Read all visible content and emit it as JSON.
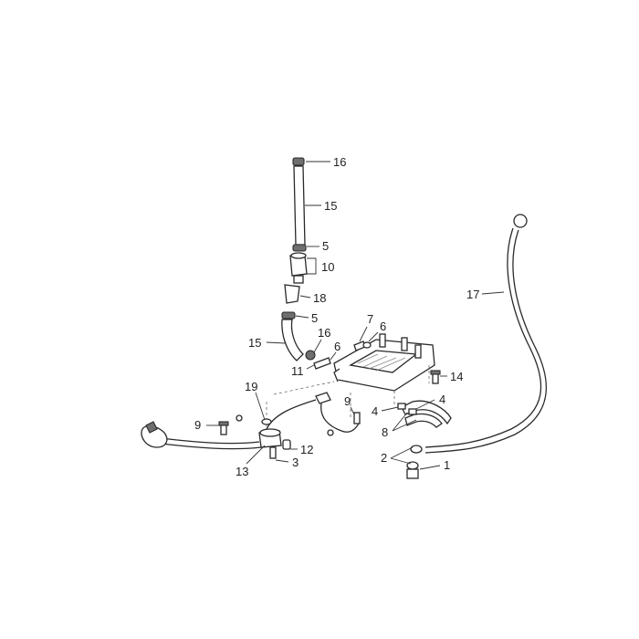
{
  "diagram": {
    "callouts": [
      {
        "id": "c16a",
        "text": "16"
      },
      {
        "id": "c15a",
        "text": "15"
      },
      {
        "id": "c5a",
        "text": "5"
      },
      {
        "id": "c10",
        "text": "10"
      },
      {
        "id": "c18",
        "text": "18"
      },
      {
        "id": "c5b",
        "text": "5"
      },
      {
        "id": "c15b",
        "text": "15"
      },
      {
        "id": "c7",
        "text": "7"
      },
      {
        "id": "c6a",
        "text": "6"
      },
      {
        "id": "c16b",
        "text": "16"
      },
      {
        "id": "c6b",
        "text": "6"
      },
      {
        "id": "c11",
        "text": "11"
      },
      {
        "id": "c17",
        "text": "17"
      },
      {
        "id": "c14",
        "text": "14"
      },
      {
        "id": "c19",
        "text": "19"
      },
      {
        "id": "c9a",
        "text": "9"
      },
      {
        "id": "c4a",
        "text": "4"
      },
      {
        "id": "c4b",
        "text": "4"
      },
      {
        "id": "c8",
        "text": "8"
      },
      {
        "id": "c9b",
        "text": "9"
      },
      {
        "id": "c12",
        "text": "12"
      },
      {
        "id": "c2",
        "text": "2"
      },
      {
        "id": "c1",
        "text": "1"
      },
      {
        "id": "c13",
        "text": "13"
      },
      {
        "id": "c3",
        "text": "3"
      }
    ]
  }
}
